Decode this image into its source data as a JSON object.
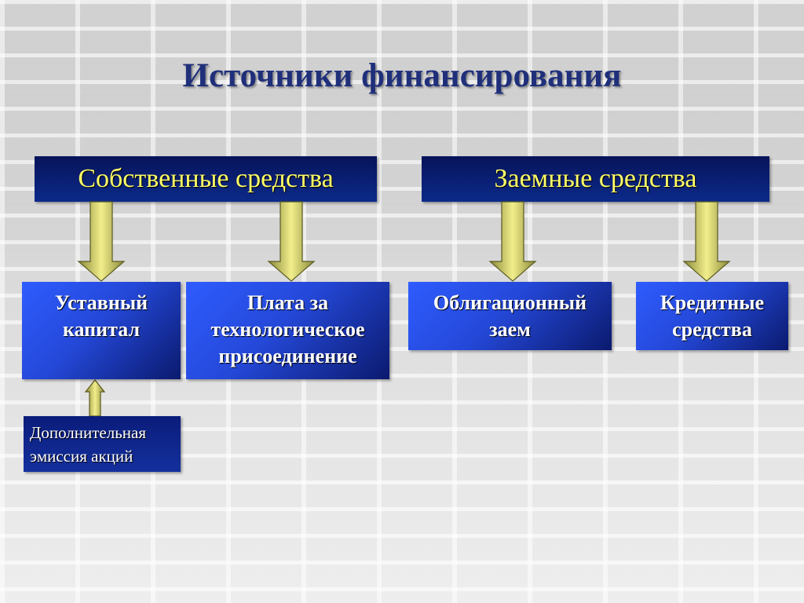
{
  "title": "Источники финансирования",
  "own": {
    "label": "Собственные средства",
    "items": [
      {
        "line1": "Уставный",
        "line2": "капитал",
        "line3": ""
      },
      {
        "line1": "Плата за",
        "line2": "технологическое",
        "line3": "присоединение"
      }
    ],
    "note": {
      "line1": "Дополнительная",
      "line2": "эмиссия акций"
    }
  },
  "borrowed": {
    "label": "Заемные средства",
    "items": [
      {
        "line1": "Облигационный",
        "line2": "заем",
        "line3": ""
      },
      {
        "line1": "Кредитные",
        "line2": "средства",
        "line3": ""
      }
    ]
  },
  "colors": {
    "title": "#1f2f7a",
    "header_bg": "#07135a",
    "header_text": "#ffff66",
    "leaf_bg": "#2f5cff",
    "arrow_fill": "#e8e37a"
  }
}
